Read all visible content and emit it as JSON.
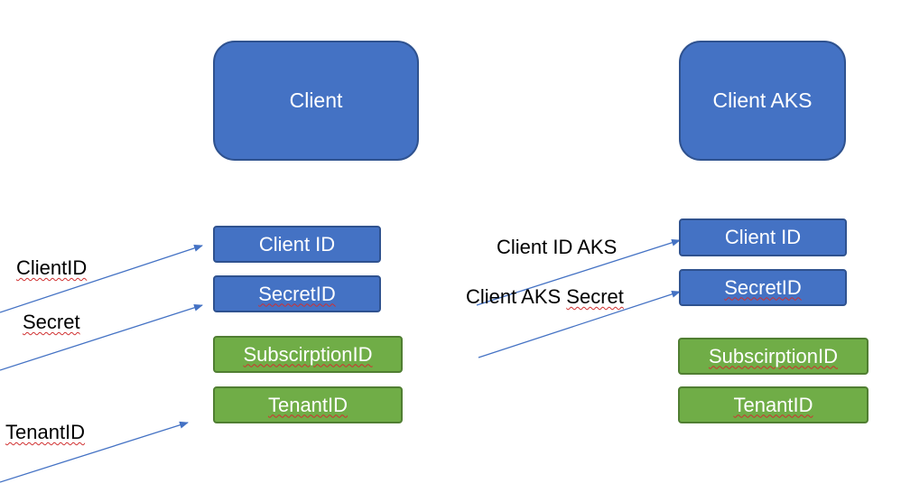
{
  "colors": {
    "box_blue": "#4472c4",
    "box_blue_border": "#2f528f",
    "box_green": "#70ad47",
    "box_green_border": "#507e32",
    "arrow": "#4472c4",
    "spellcheck": "#d03030"
  },
  "left": {
    "main": "Client",
    "fields": [
      "Client ID",
      "SecretID",
      "SubscirptionID",
      "TenantID"
    ],
    "labels": [
      "ClientID",
      "Secret",
      "TenantID"
    ]
  },
  "right": {
    "main": "Client AKS",
    "fields": [
      "Client ID",
      "SecretID",
      "SubscirptionID",
      "TenantID"
    ],
    "labels": [
      "Client ID AKS",
      "Client AKS Secret"
    ]
  }
}
